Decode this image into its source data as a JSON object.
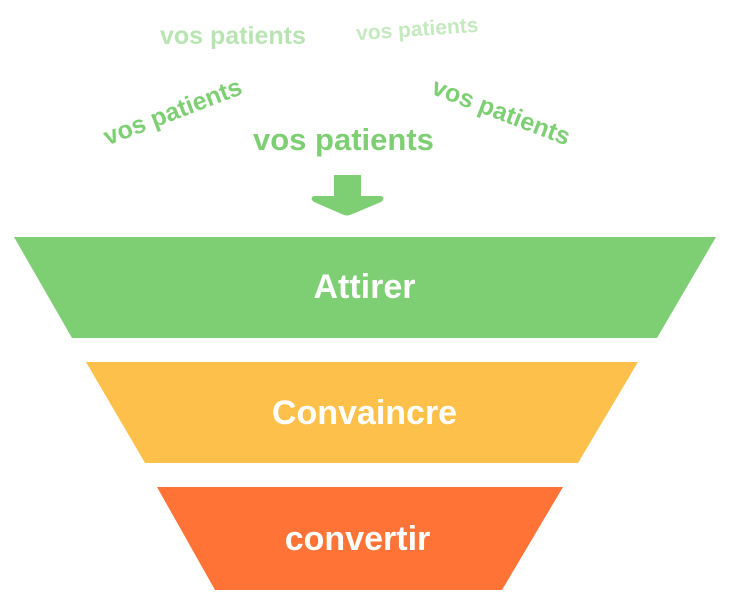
{
  "patient_words": [
    "vos patients",
    "vos patients",
    "vos patients",
    "vos patients",
    "vos patients"
  ],
  "stages": [
    {
      "label": "Attirer",
      "color": "#7ecf73"
    },
    {
      "label": "Convaincre",
      "color": "#fdc04a"
    },
    {
      "label": "convertir",
      "color": "#ff7336"
    }
  ],
  "arrow_color": "#7ecf73"
}
